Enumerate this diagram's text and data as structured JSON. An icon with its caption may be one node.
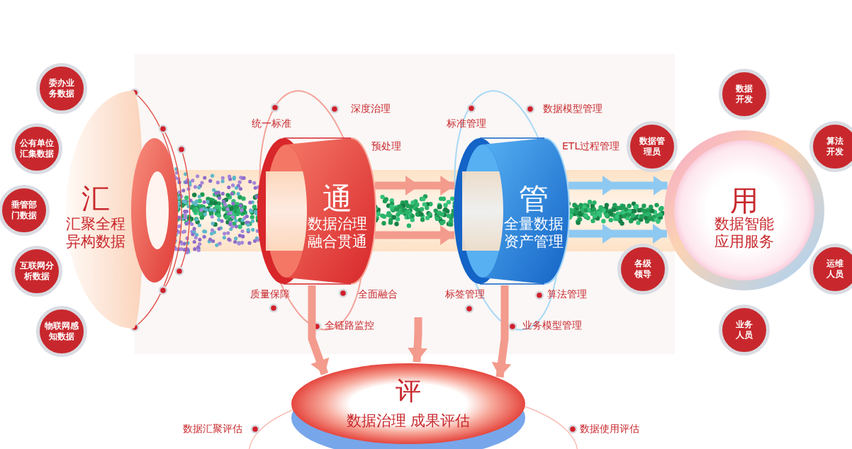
{
  "diagram": {
    "nodes": [
      {
        "text": [
          "汇",
          "汇聚全程异构数据"
        ]
      },
      {
        "text": [
          "委办业务数据"
        ]
      },
      {
        "text": [
          "公有单位汇集数据"
        ]
      },
      {
        "text": [
          "垂管部门数据"
        ]
      },
      {
        "text": [
          "互联网分析数据"
        ]
      },
      {
        "text": [
          "物联网感知数据"
        ]
      },
      {
        "text": [
          "通",
          "数据治理融合贯通"
        ]
      },
      {
        "text": [
          "管",
          "全量数据资产管理"
        ]
      },
      {
        "text": [
          "用",
          "数据智能应用服务"
        ]
      },
      {
        "text": [
          "数据开发"
        ]
      },
      {
        "text": [
          "数据管理员"
        ]
      },
      {
        "text": [
          "算法开发"
        ]
      },
      {
        "text": [
          "各级领导"
        ]
      },
      {
        "text": [
          "运维人员"
        ]
      },
      {
        "text": [
          "业务人员"
        ]
      },
      {
        "text": [
          "评",
          "数据治理 成果评估"
        ]
      }
    ],
    "edges": [
      {
        "from": 6,
        "to": 7,
        "arrow": "to"
      },
      {
        "from": 6,
        "to": 7,
        "arrow": "to"
      },
      {
        "from": 7,
        "to": 8,
        "arrow": "to",
        "color": "#8ec9f2"
      },
      {
        "from": 7,
        "to": 8,
        "arrow": "to",
        "color": "#8ec9f2"
      },
      {
        "from": 6,
        "to": 15,
        "arrow": "to"
      },
      {
        "from": null,
        "to": 15,
        "arrow": "to"
      },
      {
        "from": 7,
        "to": 15,
        "arrow": "to"
      }
    ],
    "labels": [
      "深度治理",
      "统一标准",
      "预处理",
      "质量保障",
      "全面融合",
      "全链路监控",
      "数据模型管理",
      "标准管理",
      "ETL过程管理",
      "标签管理",
      "算法管理",
      "业务模型管理",
      "数据汇聚评估",
      "数据使用评估"
    ]
  }
}
